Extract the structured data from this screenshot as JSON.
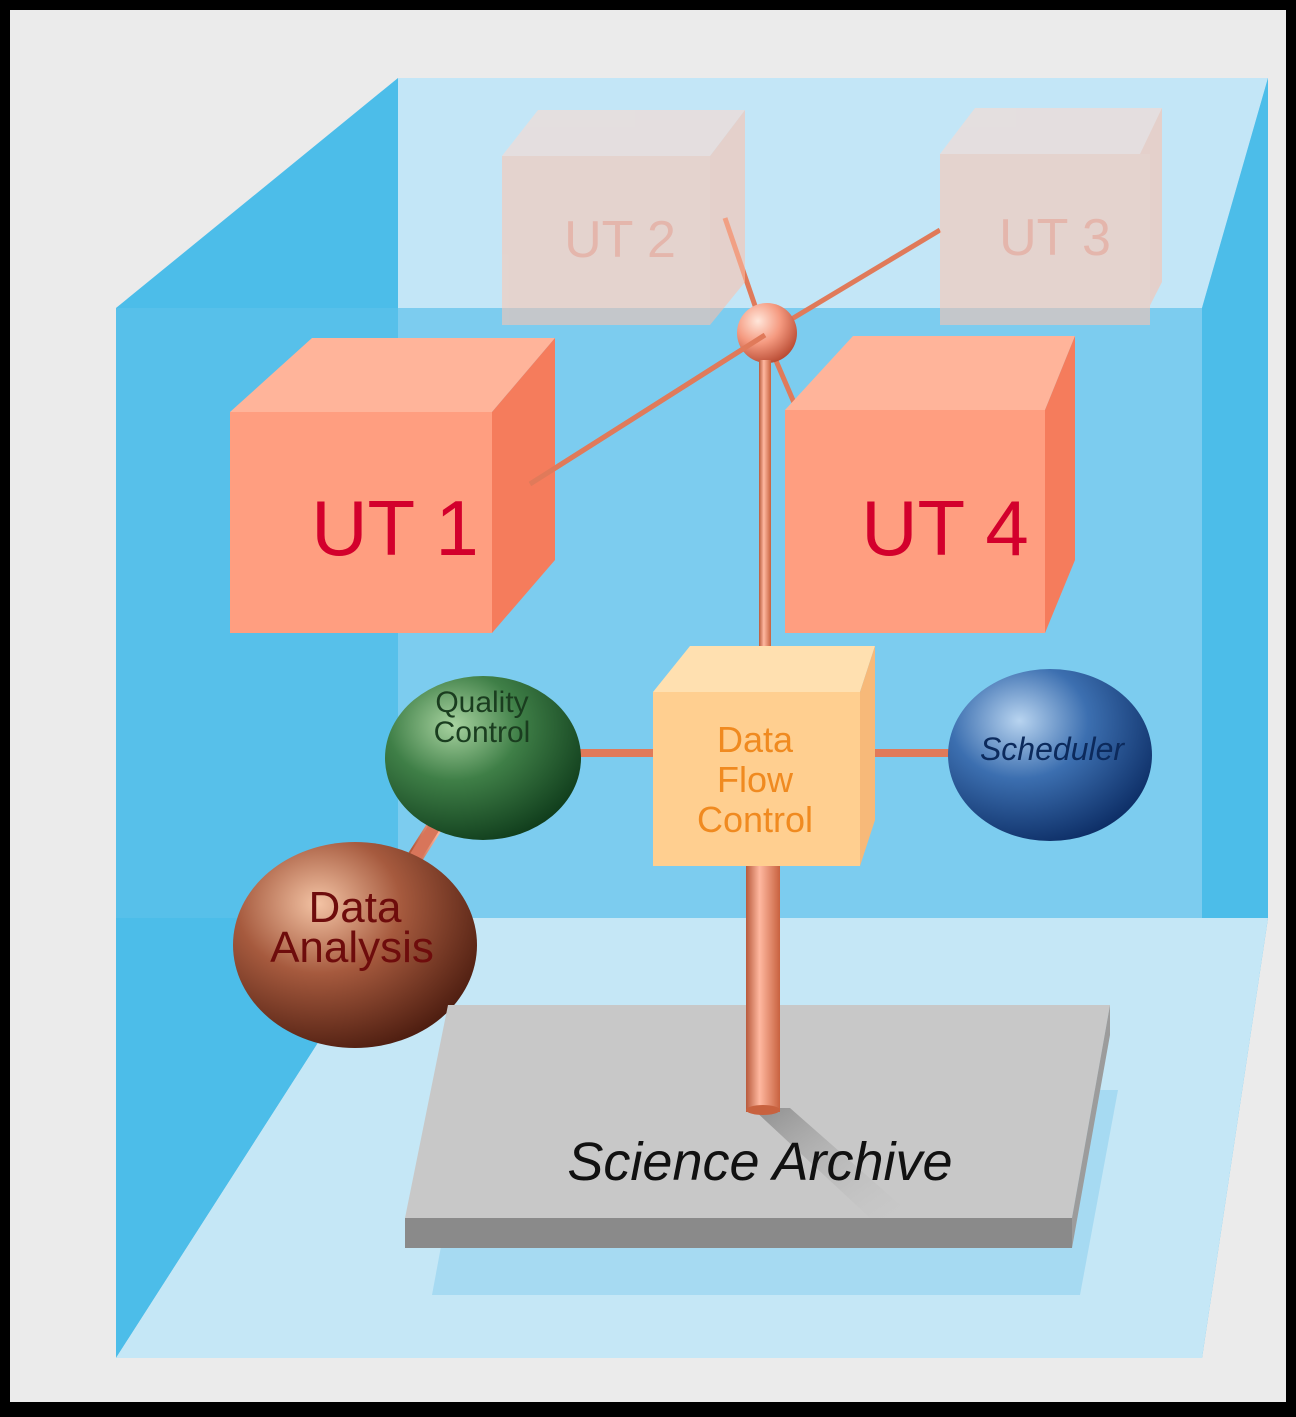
{
  "diagram": {
    "units": {
      "ut1": "UT 1",
      "ut2": "UT 2",
      "ut3": "UT 3",
      "ut4": "UT 4"
    },
    "data_flow_control": [
      "Data",
      "Flow",
      "Control"
    ],
    "quality_control": [
      "Quality",
      "Control"
    ],
    "scheduler": "Scheduler",
    "data_analysis": [
      "Data",
      "Analysis"
    ],
    "science_archive": "Science Archive"
  },
  "colors": {
    "background": "#ebebeb",
    "room_back": "#85cff0",
    "room_side": "#4dbfea",
    "room_floor": "#c5e7f6",
    "ut_front": "#ff9e80",
    "ut_text": "#d3002c",
    "ut_faded_text": "#ff8f70",
    "dfc_box": "#ffcf90",
    "dfc_text": "#f08a20",
    "quality_control": "#2f6e3a",
    "scheduler": "#3668a6",
    "data_analysis": "#9a5038",
    "archive": "#c8c8c8"
  }
}
